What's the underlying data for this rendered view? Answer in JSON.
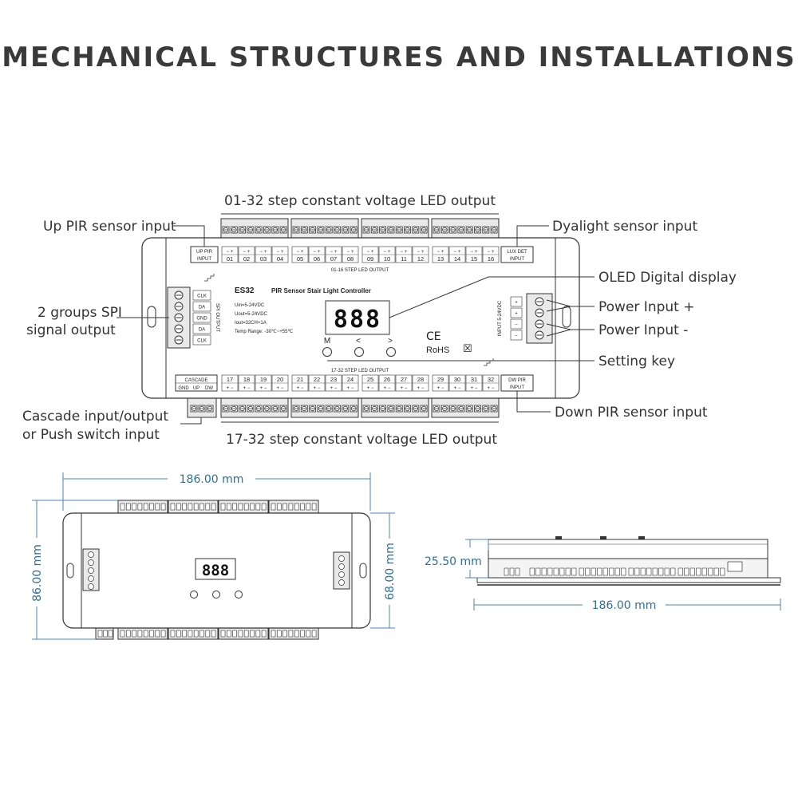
{
  "title": "MECHANICAL STRUCTURES AND INSTALLATIONS",
  "callouts": {
    "top_output": "01-32 step constant voltage LED output",
    "up_pir": "Up PIR sensor input",
    "daylight": "Dyalight sensor input",
    "oled": "OLED Digital display",
    "spi_line1": "2 groups SPI",
    "spi_line2": "signal output",
    "power_plus": "Power Input +",
    "power_minus": "Power Input -",
    "setting_key": "Setting key",
    "cascade_line1": "Cascade input/output",
    "cascade_line2": "or Push switch input",
    "down_pir": "Down PIR sensor input",
    "bottom_output": "17-32 step constant voltage LED output"
  },
  "device": {
    "model": "ES32",
    "subtitle": "PIR Sensor Stair Light Controller",
    "specs": [
      "Uin=5-24VDC",
      "Uout=5-24VDC",
      "Iout=32CH×1A",
      "Temp Range: -30℃~+55℃"
    ],
    "display": "888",
    "keys": [
      "M",
      "<",
      ">"
    ],
    "ce": "CE",
    "rohs": "RoHS",
    "weee": "☒",
    "up_pir_label_1": "UP PIR",
    "up_pir_label_2": "INPUT",
    "lux_label_1": "LUX DET",
    "lux_label_2": "INPUT",
    "dw_pir_label_1": "DW PIR",
    "dw_pir_label_2": "INPUT",
    "top_channels": [
      "01",
      "02",
      "03",
      "04",
      "05",
      "06",
      "07",
      "08",
      "09",
      "10",
      "11",
      "12",
      "13",
      "14",
      "15",
      "16"
    ],
    "bottom_channels": [
      "17",
      "18",
      "19",
      "20",
      "21",
      "22",
      "23",
      "24",
      "25",
      "26",
      "27",
      "28",
      "29",
      "30",
      "31",
      "32"
    ],
    "top_section": "01-16 STEP LED OUTPUT",
    "bottom_section": "17-32 STEP LED OUTPUT",
    "spi_pins": [
      "CLK",
      "DA",
      "GND",
      "DA",
      "CLK"
    ],
    "spi_title": "SPI OUTPUT",
    "power_pins": [
      "+",
      "+",
      "−",
      "−"
    ],
    "power_title": "INPUT 5-24VDC",
    "cascade_title": "CASCADE",
    "cascade_pins": [
      "GND",
      "UP",
      "DW"
    ],
    "pm": "− +",
    "mp": "+ −"
  },
  "dimensions": {
    "top_width": "186.00 mm",
    "height_outer": "86.00 mm",
    "height_inner": "68.00 mm",
    "side_height": "25.50 mm",
    "side_width": "186.00 mm"
  }
}
